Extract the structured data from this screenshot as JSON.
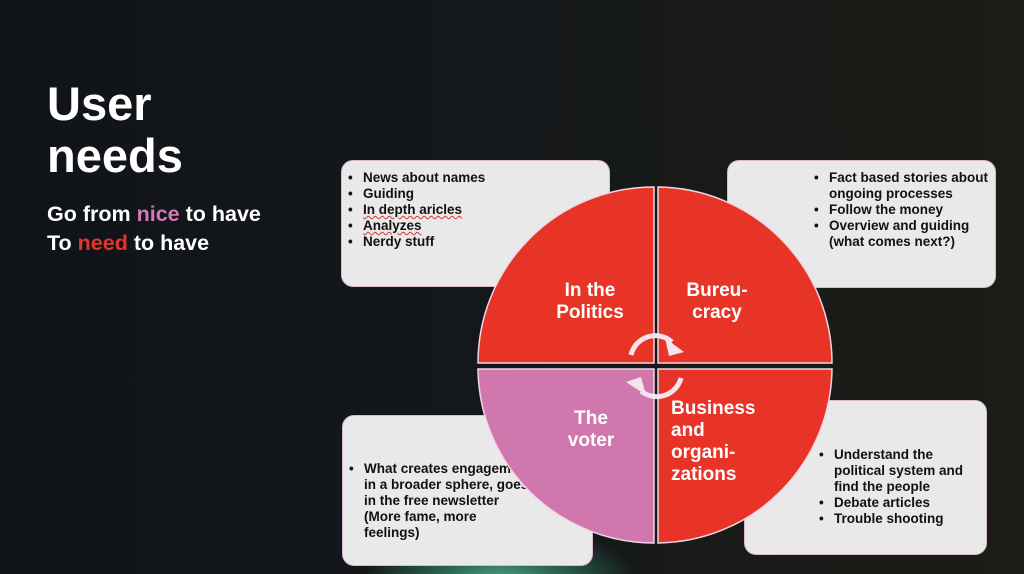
{
  "title": "User needs",
  "subtitle": {
    "line1_pre": "Go from ",
    "line1_hl": "nice",
    "line1_post": " to have",
    "line2_pre": "To ",
    "line2_hl": "need",
    "line2_post": " to have"
  },
  "quadrants": [
    {
      "label": "In the Politics",
      "color": "#e83427",
      "bullets": [
        "News about names",
        "Guiding",
        "In depth aricles",
        "Analyzes",
        "Nerdy stuff"
      ]
    },
    {
      "label": "Bureu-cracy",
      "color": "#e83427",
      "bullets": [
        "Fact based stories about ongoing processes",
        "Follow the money",
        "Overview and guiding (what comes next?)"
      ]
    },
    {
      "label": "The voter",
      "color": "#d077ad",
      "bullets": [
        "What creates engagement in a broader sphere, goes in the free newsletter (More fame, more feelings)"
      ]
    },
    {
      "label": "Business and organi-zations",
      "color": "#e83427",
      "bullets": [
        "Understand the political system and find the people",
        "Debate articles",
        "Trouble shooting"
      ]
    }
  ],
  "labels": {
    "q1a": "In the",
    "q1b": "Politics",
    "q2a": "Bureu-",
    "q2b": "cracy",
    "q3a": "The",
    "q3b": "voter",
    "q4a": "Business",
    "q4b": "and",
    "q4c": "organi-",
    "q4d": "zations"
  }
}
